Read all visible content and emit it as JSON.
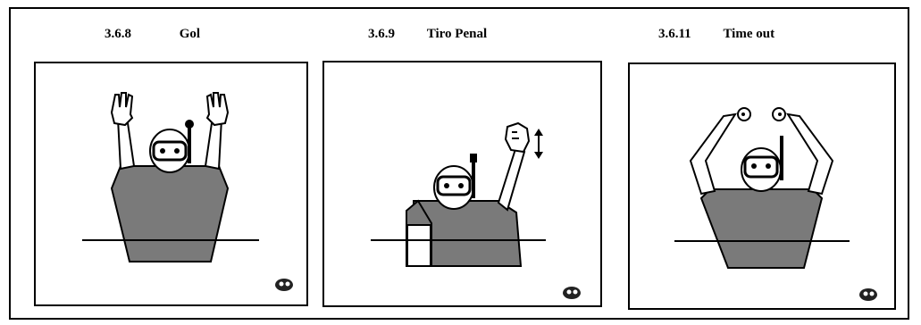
{
  "signals": [
    {
      "number": "3.6.8",
      "name": "Gol"
    },
    {
      "number": "3.6.9",
      "name": "Tiro Penal"
    },
    {
      "number": "3.6.11",
      "name": "Time out"
    }
  ],
  "colors": {
    "shirt": "#7a7a7a",
    "outline": "#000000",
    "background": "#ffffff"
  },
  "icons": [
    "diver-mask-snorkel",
    "underwater-logo-icon"
  ]
}
